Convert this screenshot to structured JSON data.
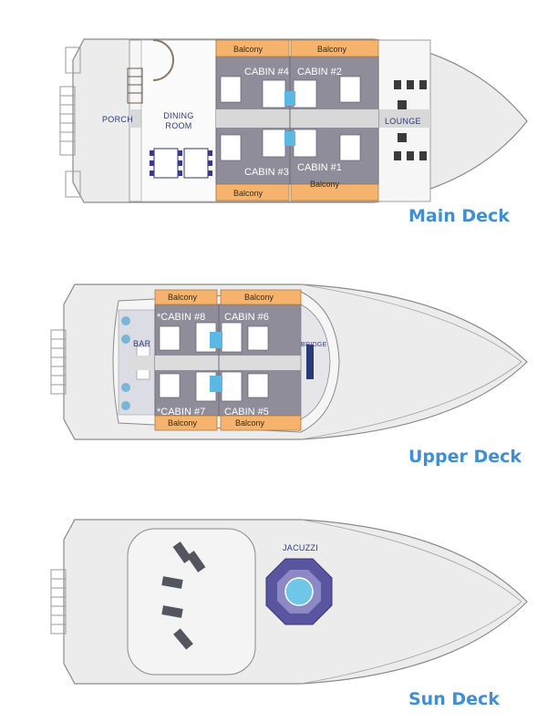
{
  "colors": {
    "hull": "#ececed",
    "hull_stroke": "#8a8a8a",
    "cabin_gray": "#8f8d99",
    "balcony_orange": "#f5b36e",
    "floor_light": "#f4f4f4",
    "deck_title": "#3f8fd2",
    "room_label": "#2a3a78",
    "jacuzzi_water": "#6fc6e8",
    "jacuzzi_ring": "#5a55a0"
  },
  "main_deck": {
    "title": "Main Deck",
    "rooms": {
      "porch": "PORCH",
      "dining_line1": "DINING",
      "dining_line2": "ROOM",
      "lounge": "LOUNGE"
    },
    "cabins": [
      "CABIN #4",
      "CABIN #2",
      "CABIN #3",
      "CABIN #1"
    ],
    "balconies": [
      "Balcony",
      "Balcony",
      "Balcony",
      "Balcony"
    ]
  },
  "upper_deck": {
    "title": "Upper Deck",
    "rooms": {
      "bar": "BAR",
      "bridge": "BRIDGE"
    },
    "cabins": [
      "*CABIN #8",
      "CABIN #6",
      "*CABIN #7",
      "CABIN #5"
    ],
    "balconies": [
      "Balcony",
      "Balcony",
      "Balcony",
      "Balcony"
    ]
  },
  "sun_deck": {
    "title": "Sun Deck",
    "rooms": {
      "jacuzzi": "JACUZZI"
    }
  }
}
